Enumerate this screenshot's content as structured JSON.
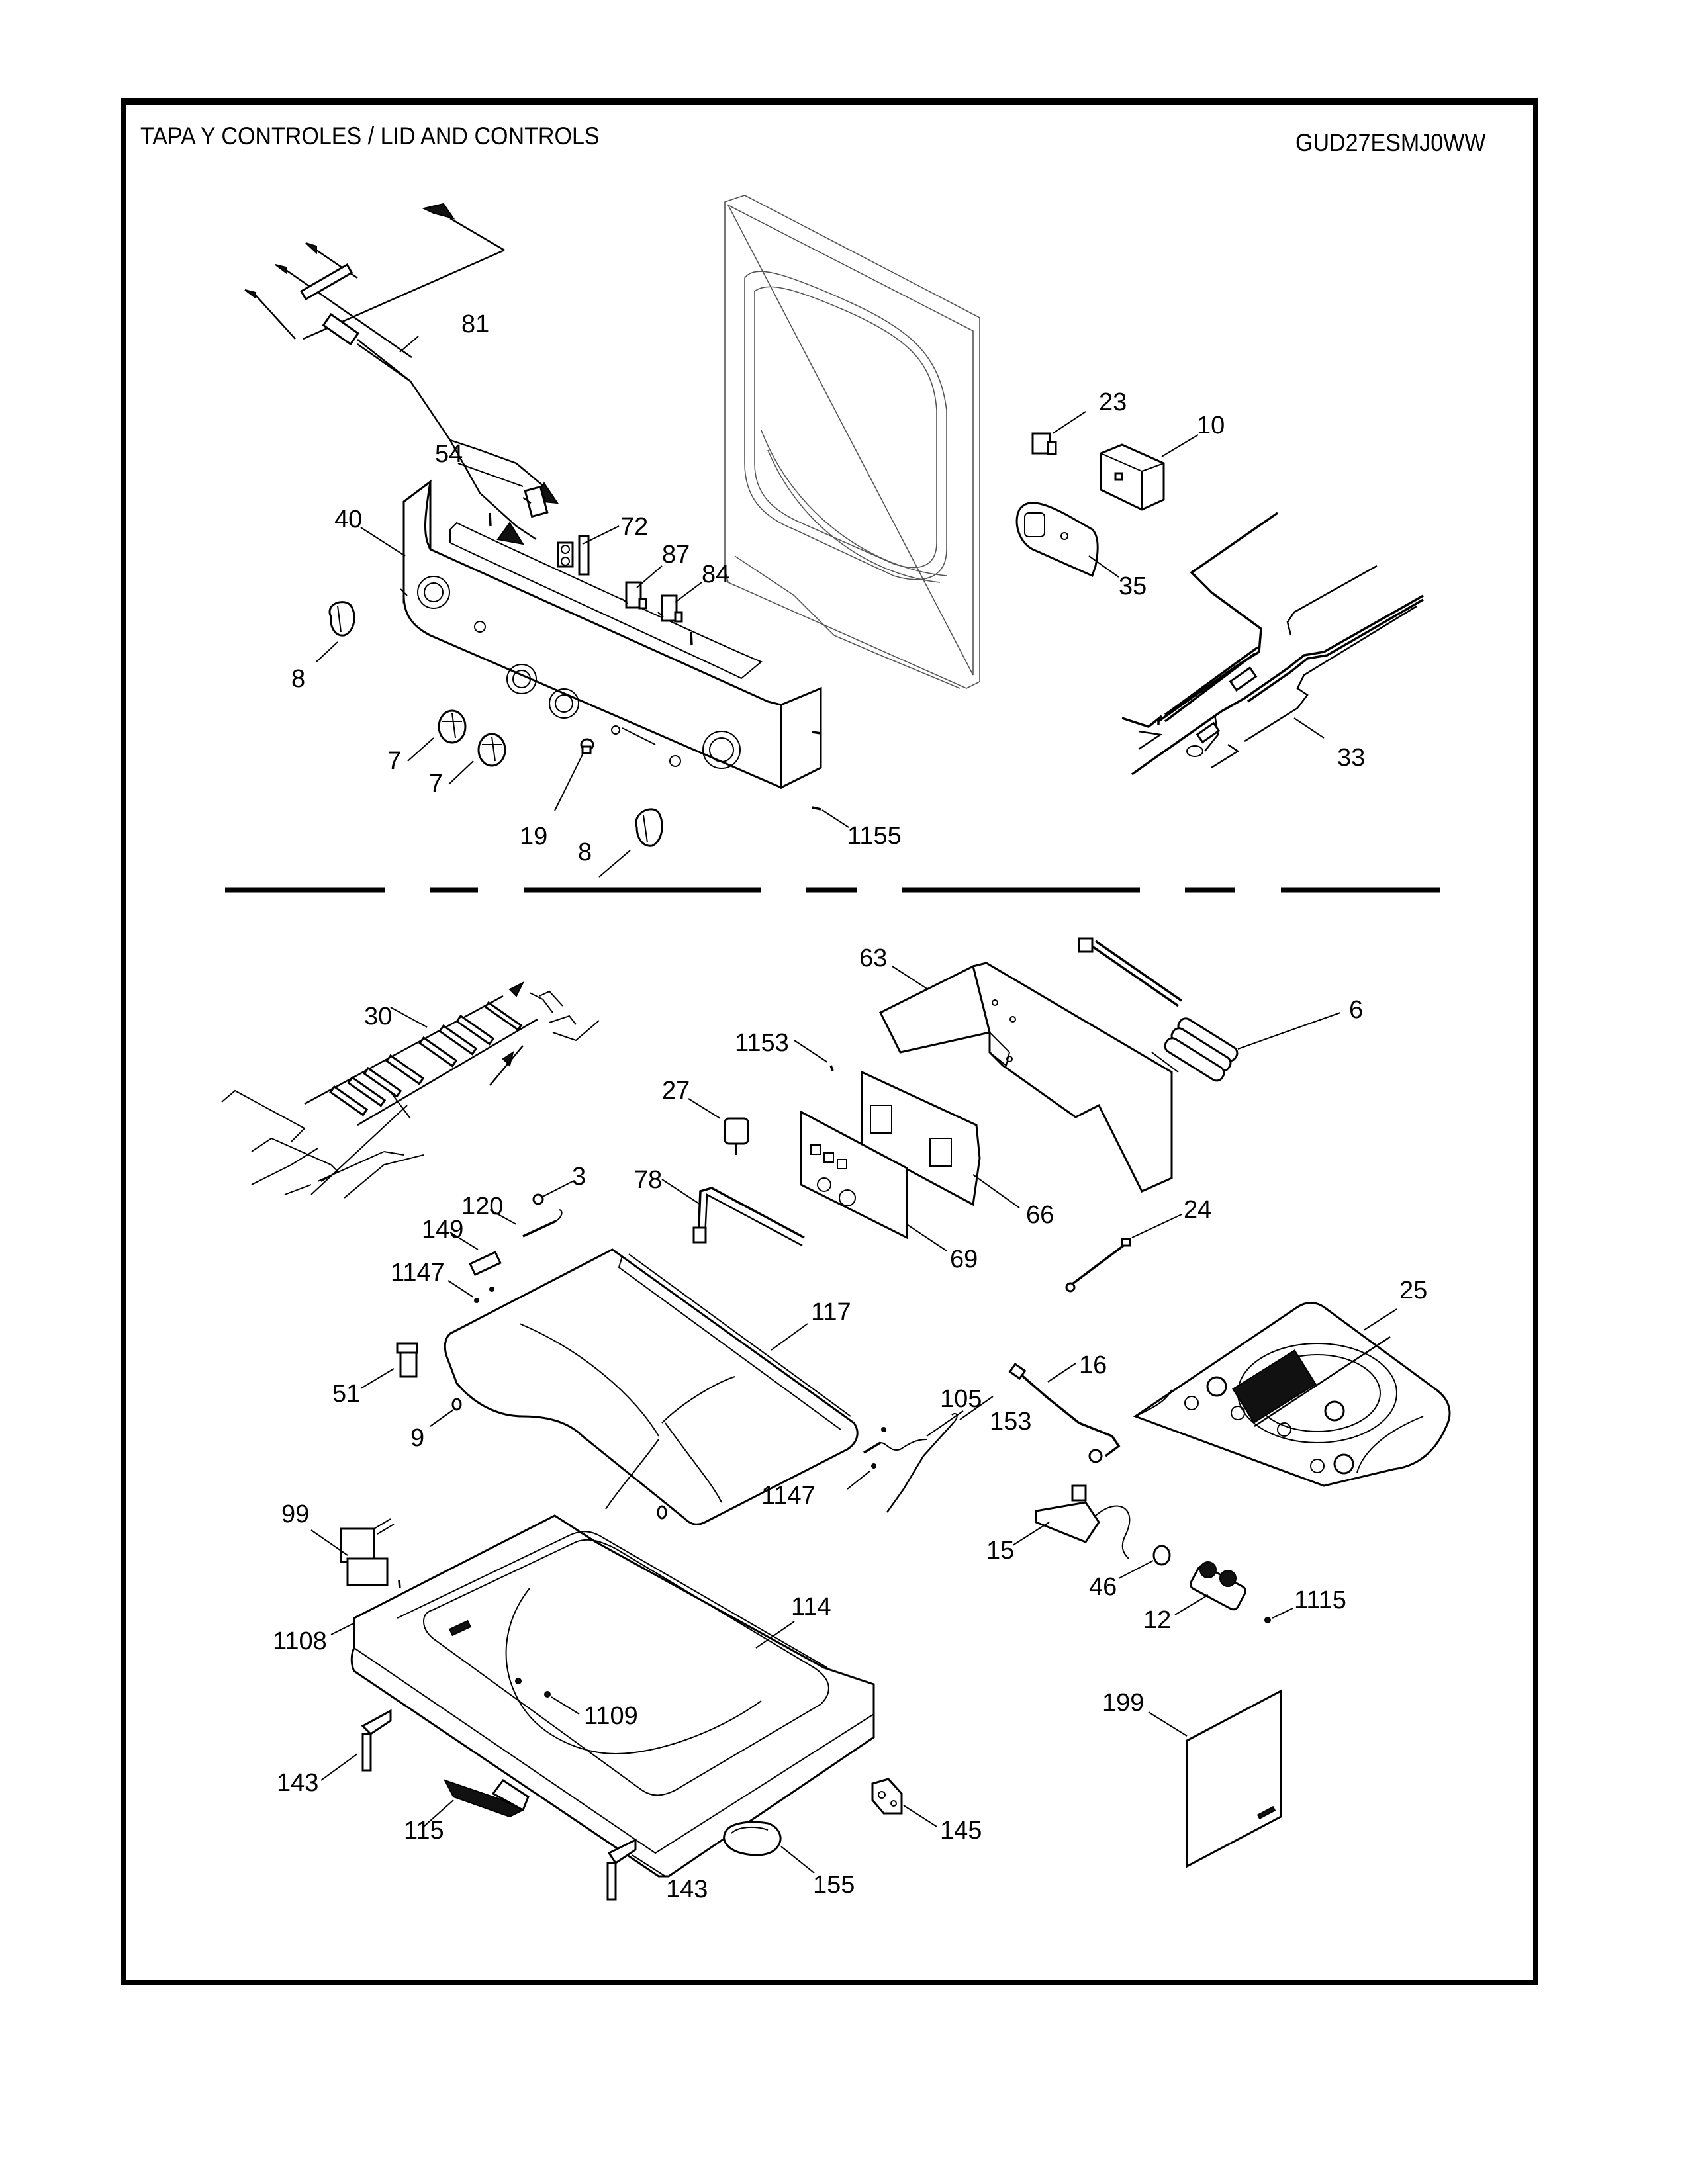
{
  "header": {
    "section_title": "TAPA Y  CONTROLES / LID AND CONTROLS",
    "model_number": "GUD27ESMJ0WW"
  },
  "callouts": {
    "p81": "81",
    "p54": "54",
    "p40": "40",
    "p72": "72",
    "p87": "87",
    "p84": "84",
    "p8a": "8",
    "p7a": "7",
    "p7b": "7",
    "p19": "19",
    "p8b": "8",
    "p1155": "1155",
    "p23": "23",
    "p10": "10",
    "p35": "35",
    "p33": "33",
    "p30": "30",
    "p63": "63",
    "p6": "6",
    "p1153": "1153",
    "p27": "27",
    "p3": "3",
    "p120": "120",
    "p78": "78",
    "p66": "66",
    "p149": "149",
    "p69": "69",
    "p24": "24",
    "p1147a": "1147",
    "p117": "117",
    "p25": "25",
    "p16": "16",
    "p51": "51",
    "p105": "105",
    "p153": "153",
    "p9": "9",
    "p1147b": "1147",
    "p99": "99",
    "p15": "15",
    "p46": "46",
    "p114": "114",
    "p12": "12",
    "p1115": "1115",
    "p1108": "1108",
    "p1109": "1109",
    "p199": "199",
    "p143a": "143",
    "p115": "115",
    "p145": "145",
    "p143b": "143",
    "p155": "155"
  }
}
